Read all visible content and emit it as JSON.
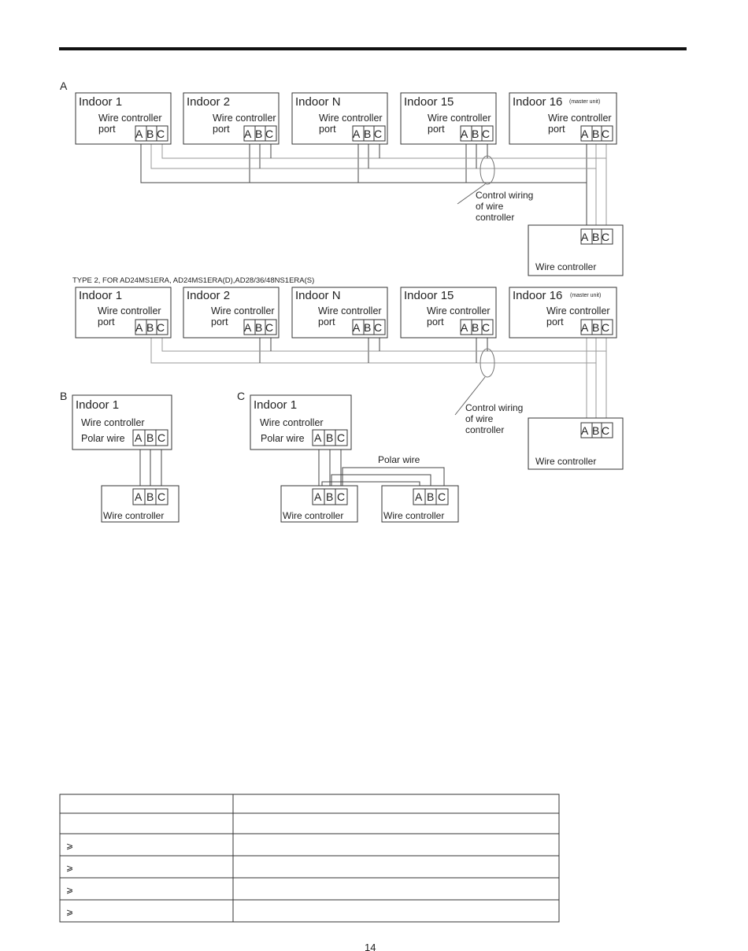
{
  "section_labels": {
    "a": "A",
    "b": "B",
    "c": "C"
  },
  "type2_label": "TYPE 2, FOR AD24MS1ERA, AD24MS1ERA(D),AD28/36/48NS1ERA(S)",
  "indoor": {
    "i1": "Indoor 1",
    "i2": "Indoor 2",
    "in": "Indoor N",
    "i15": "Indoor 15",
    "i16": "Indoor 16",
    "master_note": "(master unit)"
  },
  "port": {
    "line1": "Wire controller",
    "line2": "port"
  },
  "abc": {
    "a": "A",
    "b": "B",
    "c": "C"
  },
  "labels": {
    "control_wiring_1": "Control wiring",
    "control_wiring_2": "of wire",
    "control_wiring_3": "controller",
    "wire_controller": "Wire controller",
    "polar_wire": "Polar wire"
  },
  "table": {
    "rows": [
      "",
      "",
      "⩾",
      "⩾",
      "⩾",
      "⩾"
    ]
  },
  "page_number": "14"
}
